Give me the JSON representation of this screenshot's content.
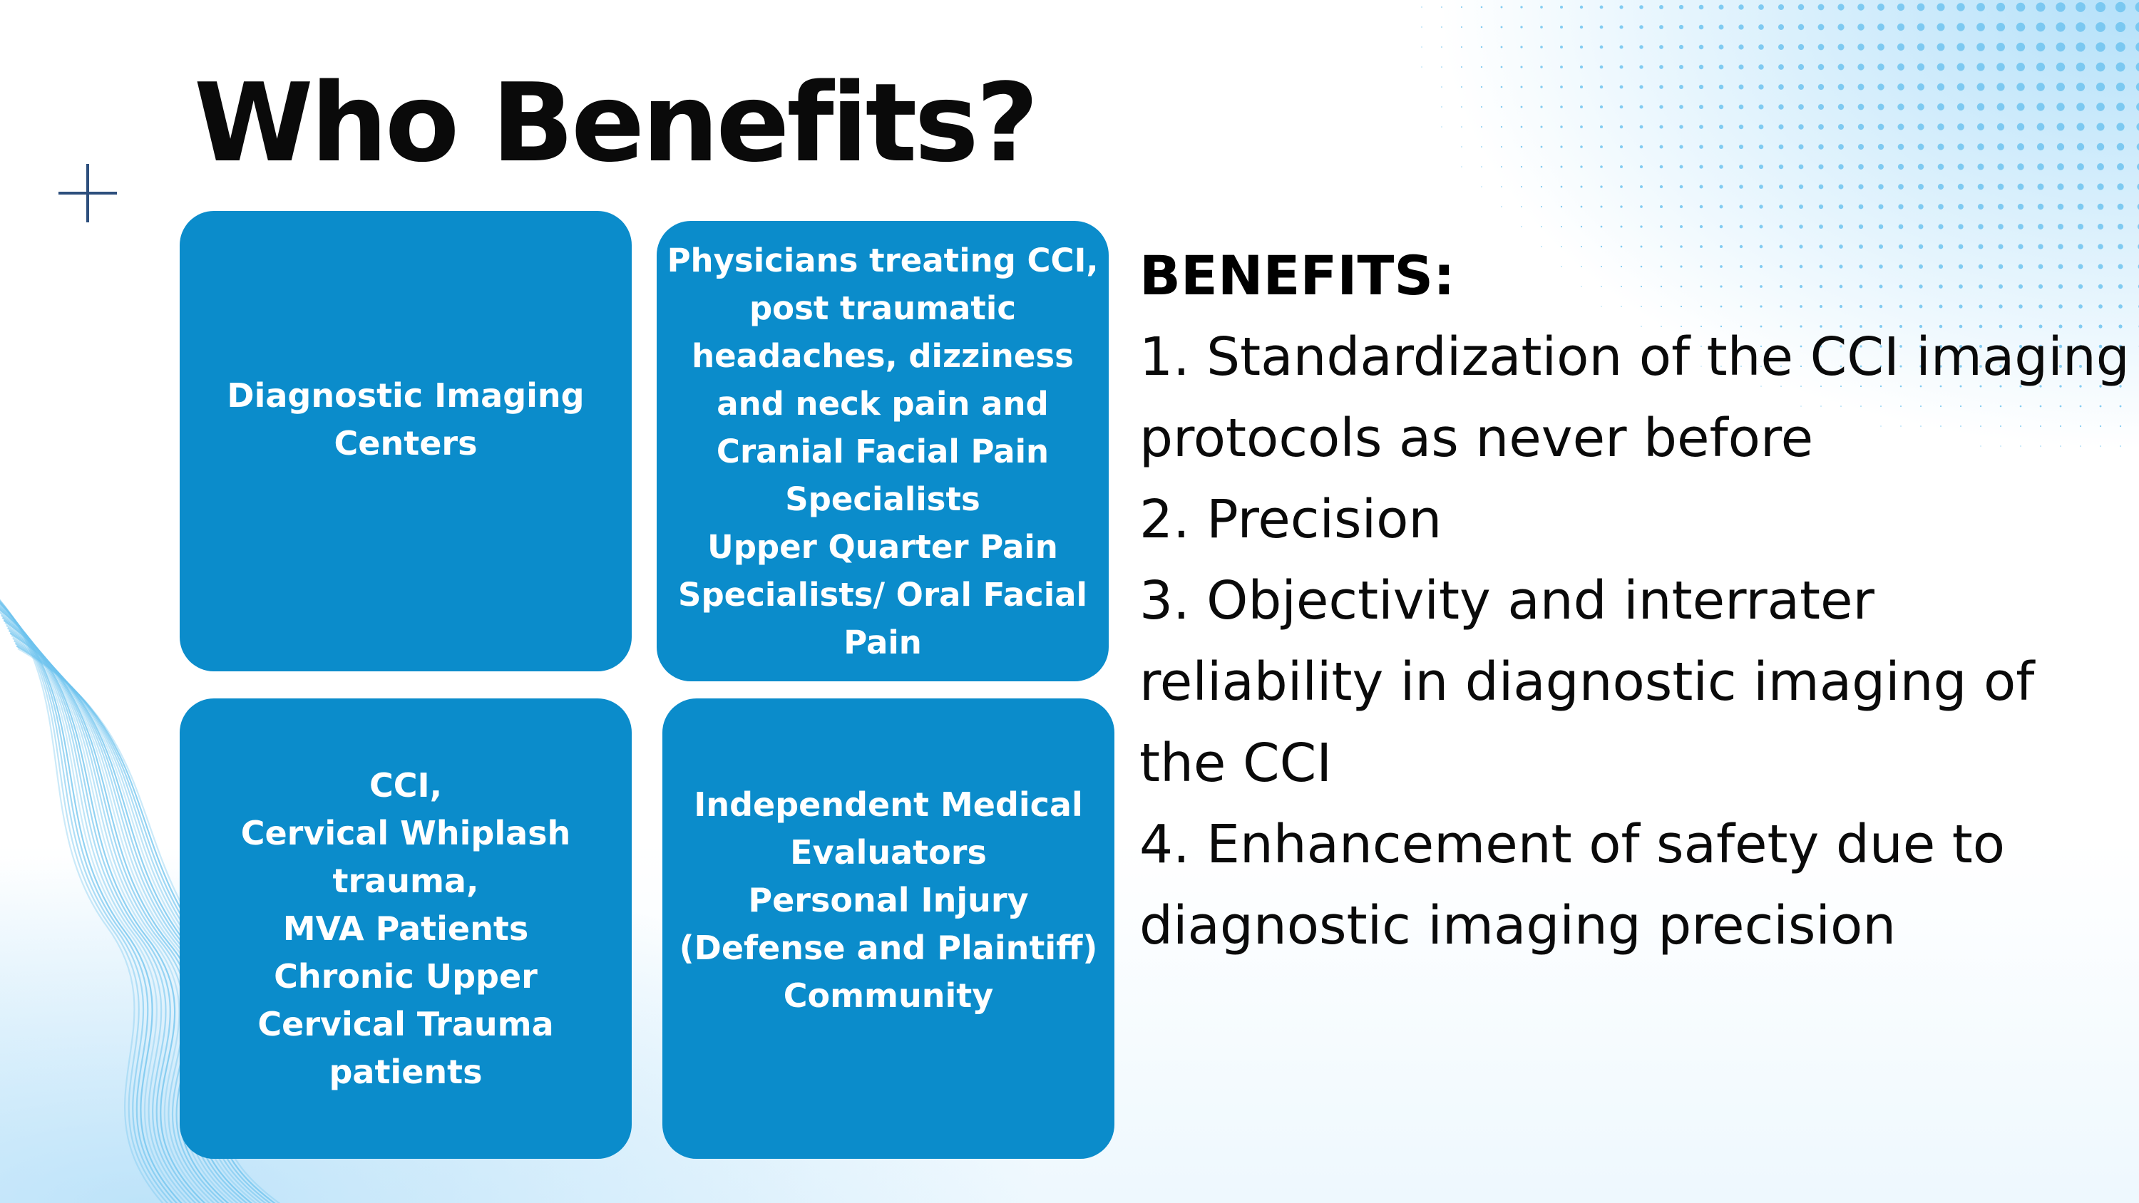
{
  "slide": {
    "title": "Who Benefits?",
    "boxes": [
      "Diagnostic Imaging\nCenters",
      "Physicians treating CCI,\npost traumatic\nheadaches, dizziness\nand neck pain and\nCranial Facial Pain\nSpecialists\nUpper Quarter Pain\nSpecialists/ Oral Facial\nPain",
      "CCI,\nCervical Whiplash\ntrauma,\nMVA Patients\nChronic Upper\nCervical Trauma\npatients",
      "Independent Medical\nEvaluators\nPersonal Injury\n(Defense and Plaintiff)\nCommunity"
    ],
    "benefits": {
      "heading": "BENEFITS:",
      "items": [
        " 1. Standardization of the CCI imaging protocols as never before",
        "2. Precision",
        "3. Objectivity and interrater reliability in diagnostic imaging of the CCI",
        "4. Enhancement of safety due to diagnostic imaging precision"
      ]
    }
  },
  "colors": {
    "box_fill": "#0b8ccb",
    "box_text": "#ffffff",
    "title_text": "#0a0a0a",
    "plus_icon": "#2d4f7d",
    "accent_light_blue": "#6ec3ee"
  },
  "icons": {
    "decor": "plus-icon"
  }
}
